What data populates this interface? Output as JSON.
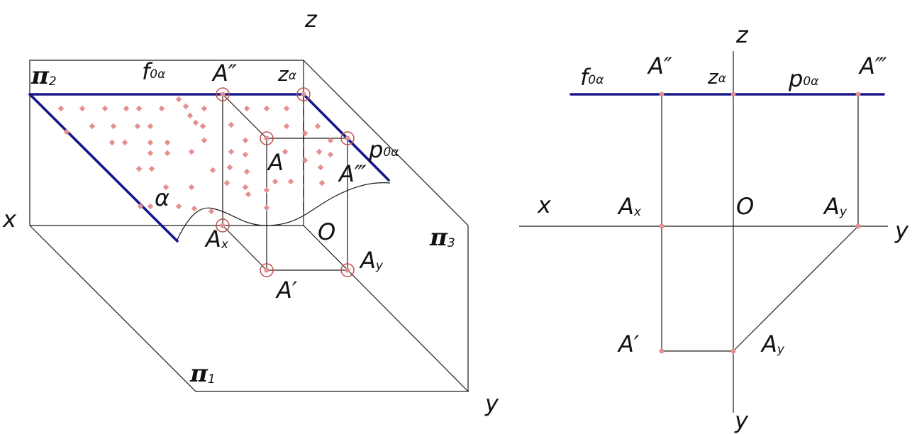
{
  "colors": {
    "trace_line": "#17168a",
    "point_marker": "#e48f90",
    "point_circle": "#c0504d",
    "construction_line": "#1a1a1a"
  },
  "left": {
    "label_z": "z",
    "label_x": "x",
    "label_y": "y",
    "label_origin": "O",
    "plane_pi2": "π",
    "plane_pi2_sub": "2",
    "plane_pi1": "π",
    "plane_pi1_sub": "1",
    "plane_pi3": "π",
    "plane_pi3_sub": "3",
    "label_f": "f",
    "label_f_sub": "0α",
    "label_p": "p",
    "label_p_sub": "0α",
    "label_za": "z",
    "label_za_sub": "α",
    "label_A2": "A″",
    "label_A": "A",
    "label_A3": "A‴",
    "label_A1": "A′",
    "label_Ax": "A",
    "label_Ax_sub": "x",
    "label_Ay": "A",
    "label_Ay_sub": "y",
    "label_alpha": "α"
  },
  "right": {
    "label_z": "z",
    "label_x": "x",
    "label_y_right": "y",
    "label_y_bottom": "y",
    "label_origin": "O",
    "label_f": "f",
    "label_f_sub": "0α",
    "label_p": "p",
    "label_p_sub": "0α",
    "label_za": "z",
    "label_za_sub": "α",
    "label_A2": "A″",
    "label_A3": "A‴",
    "label_A1": "A′",
    "label_Ax": "A",
    "label_Ax_sub": "x",
    "label_Ay_top": "A",
    "label_Ay_top_sub": "y",
    "label_Ay_bottom": "A",
    "label_Ay_bottom_sub": "y"
  }
}
